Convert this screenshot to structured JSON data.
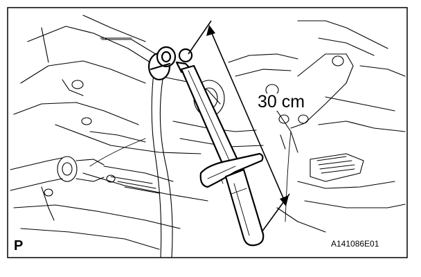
{
  "dimension_label": "30 cm",
  "view_label": "P",
  "figure_code": "A141086E01"
}
